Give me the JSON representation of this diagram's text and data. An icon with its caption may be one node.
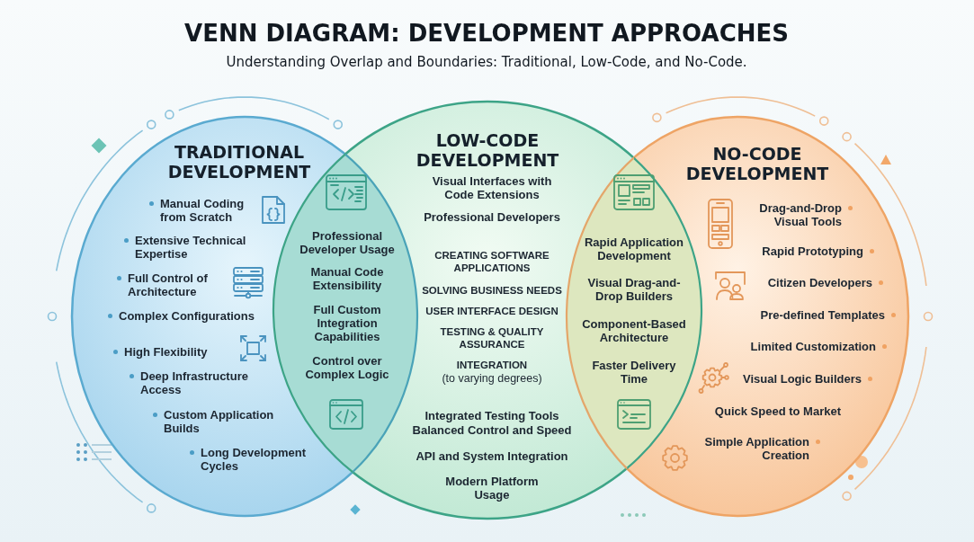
{
  "diagram": {
    "title": "VENN DIAGRAM: DEVELOPMENT APPROACHES",
    "nodes": [
      {
        "text": [
          "TRADITIONAL DEVELOPMENT",
          "Manual Coding from Scratch",
          "Extensive Technical Expertise",
          "Full Control of Architecture",
          "Complex Configurations",
          "High Flexibility",
          "Deep Infrastructure Access",
          "Custom Application Builds",
          "Long Development Cycles"
        ]
      },
      {
        "text": [
          "LOW-CODE DEVELOPMENT",
          "Visual Interfaces with Code Extensions",
          "Professional Developers",
          "CREATING SOFTWARE APPLICATIONS",
          "SOLVING BUSINESS NEEDS",
          "USER INTERFACE DESIGN",
          "TESTING & QUALITY ASSURANCE",
          "INTEGRATION",
          "(to varying degrees)",
          "Integrated Testing Tools",
          "Balanced Control and Speed",
          "API and System Integration",
          "Modern Platform Usage"
        ]
      },
      {
        "text": [
          "NO-CODE DEVELOPMENT",
          "Drag-and-Drop Visual Tools",
          "Rapid Prototyping",
          "Citizen Developers",
          "Pre-defined Templates",
          "Limited Customization",
          "Visual Logic Builders",
          "Quick Speed to Market",
          "Simple Application Creation"
        ]
      },
      {
        "text": [
          "Professional Developer Usage",
          "Manual Code Extensibility",
          "Full Custom Integration Capabilities",
          "Control over Complex Logic"
        ]
      },
      {
        "text": [
          "Rapid Application Development",
          "Visual Drag-and-Drop Builders",
          "Component-Based Architecture",
          "Faster Delivery Time"
        ]
      }
    ],
    "labels": [
      "Understanding Overlap and Boundaries: Traditional, Low-Code, and No-Code."
    ]
  }
}
